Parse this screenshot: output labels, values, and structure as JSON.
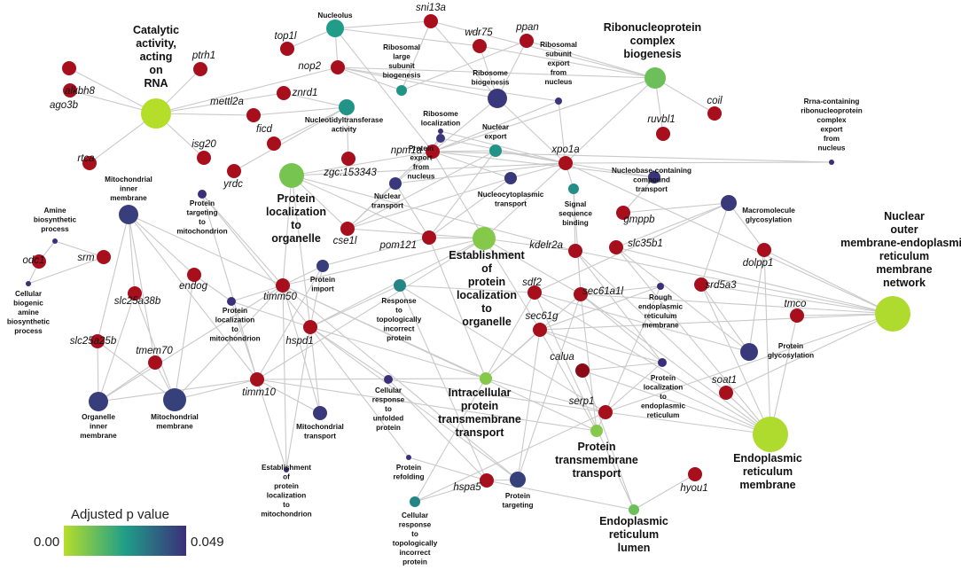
{
  "legend": {
    "title": "Adjusted p value",
    "min_label": "0.00",
    "max_label": "0.049",
    "color_min": "#b5de2b",
    "color_mid": "#1f9e89",
    "color_max": "#3b2f7a"
  },
  "colors": {
    "gene": "#a80f1c",
    "gene_dark": "#8a0a16",
    "edge": "#c9c9c9"
  },
  "terms": [
    {
      "id": "catalytic",
      "lines": [
        "Catalytic",
        "activity,",
        "acting",
        "on",
        "RNA"
      ],
      "p": 0.0
    },
    {
      "id": "nucleolus",
      "lines": [
        "Nucleolus"
      ],
      "p": 0.025
    },
    {
      "id": "ribo_large",
      "lines": [
        "Ribosomal",
        "large",
        "subunit",
        "biogenesis"
      ],
      "p": 0.027
    },
    {
      "id": "ribo_biogen",
      "lines": [
        "Ribosome",
        "biogenesis"
      ],
      "p": 0.047
    },
    {
      "id": "ribo_export",
      "lines": [
        "Ribosomal",
        "subunit",
        "export",
        "from",
        "nucleus"
      ],
      "p": 0.048
    },
    {
      "id": "rnp_biogen",
      "lines": [
        "Ribonucleoprotein",
        "complex",
        "biogenesis"
      ],
      "p": 0.012
    },
    {
      "id": "rna_export",
      "lines": [
        "Rrna-containing",
        "ribonucleoprotein",
        "complex",
        "export",
        "from",
        "nucleus"
      ],
      "p": 0.049
    },
    {
      "id": "nucleotidyl",
      "lines": [
        "Nucleotidyltransferase",
        "activity"
      ],
      "p": 0.027
    },
    {
      "id": "ribo_local",
      "lines": [
        "Ribosome",
        "localization"
      ],
      "p": 0.049
    },
    {
      "id": "nuc_export",
      "lines": [
        "Nuclear",
        "export"
      ],
      "p": 0.027
    },
    {
      "id": "prot_export",
      "lines": [
        "Protein",
        "export",
        "from",
        "nucleus"
      ],
      "p": 0.047
    },
    {
      "id": "prot_loc_org1",
      "lines": [
        "Protein",
        "localization",
        "to",
        "organelle"
      ],
      "p": 0.01
    },
    {
      "id": "mito_inner",
      "lines": [
        "Mitochondrial",
        "inner",
        "membrane"
      ],
      "p": 0.046
    },
    {
      "id": "prot_target_mito",
      "lines": [
        "Protein",
        "targeting",
        "to",
        "mitochondrion"
      ],
      "p": 0.049
    },
    {
      "id": "amine",
      "lines": [
        "Amine",
        "biosynthetic",
        "process"
      ],
      "p": 0.049
    },
    {
      "id": "nuc_transport",
      "lines": [
        "Nuclear",
        "transport"
      ],
      "p": 0.047
    },
    {
      "id": "nucleocyto",
      "lines": [
        "Nucleocytoplasmic",
        "transport"
      ],
      "p": 0.047
    },
    {
      "id": "signal_seq",
      "lines": [
        "Signal",
        "sequence",
        "binding"
      ],
      "p": 0.028
    },
    {
      "id": "nucleobase",
      "lines": [
        "Nucleobase-containing",
        "compound",
        "transport"
      ],
      "p": 0.048
    },
    {
      "id": "macro_glyco",
      "lines": [
        "Macromolecule",
        "glycosylation"
      ],
      "p": 0.047
    },
    {
      "id": "nuclear_outer",
      "lines": [
        "Nuclear",
        "outer",
        "membrane-endoplasmic",
        "reticulum",
        "membrane",
        "network"
      ],
      "p": 0.001
    },
    {
      "id": "cellular_amine",
      "lines": [
        "Cellular",
        "biogenic",
        "amine",
        "biosynthetic",
        "process"
      ],
      "p": 0.049
    },
    {
      "id": "est_prot_loc",
      "lines": [
        "Establishment",
        "of",
        "protein",
        "localization",
        "to",
        "organelle"
      ],
      "p": 0.008
    },
    {
      "id": "prot_import",
      "lines": [
        "Protein",
        "import"
      ],
      "p": 0.046
    },
    {
      "id": "resp_topo",
      "lines": [
        "Response",
        "to",
        "topologically",
        "incorrect",
        "protein"
      ],
      "p": 0.03
    },
    {
      "id": "prot_loc_mito",
      "lines": [
        "Protein",
        "localization",
        "to",
        "mitochondrion"
      ],
      "p": 0.049
    },
    {
      "id": "rough_er",
      "lines": [
        "Rough",
        "endoplasmic",
        "reticulum",
        "membrane"
      ],
      "p": 0.049
    },
    {
      "id": "prot_glyco",
      "lines": [
        "Protein",
        "glycosylation"
      ],
      "p": 0.047
    },
    {
      "id": "organelle_inner",
      "lines": [
        "Organelle",
        "inner",
        "membrane"
      ],
      "p": 0.046
    },
    {
      "id": "mito_membrane",
      "lines": [
        "Mitochondrial",
        "membrane"
      ],
      "p": 0.045
    },
    {
      "id": "intracellular",
      "lines": [
        "Intracellular",
        "protein",
        "transmembrane",
        "transport"
      ],
      "p": 0.008
    },
    {
      "id": "cell_resp_unf",
      "lines": [
        "Cellular",
        "response",
        "to",
        "unfolded",
        "protein"
      ],
      "p": 0.049
    },
    {
      "id": "prot_loc_er",
      "lines": [
        "Protein",
        "localization",
        "to",
        "endoplasmic",
        "reticulum"
      ],
      "p": 0.049
    },
    {
      "id": "mito_transport",
      "lines": [
        "Mitochondrial",
        "transport"
      ],
      "p": 0.047
    },
    {
      "id": "prot_tm_transport",
      "lines": [
        "Protein",
        "transmembrane",
        "transport"
      ],
      "p": 0.008
    },
    {
      "id": "er_membrane",
      "lines": [
        "Endoplasmic",
        "reticulum",
        "membrane"
      ],
      "p": 0.001
    },
    {
      "id": "est_mito",
      "lines": [
        "Establishment",
        "of",
        "protein",
        "localization",
        "to",
        "mitochondrion"
      ],
      "p": 0.049
    },
    {
      "id": "prot_refold",
      "lines": [
        "Protein",
        "refolding"
      ],
      "p": 0.049
    },
    {
      "id": "prot_targeting",
      "lines": [
        "Protein",
        "targeting"
      ],
      "p": 0.045
    },
    {
      "id": "cell_resp_topo",
      "lines": [
        "Cellular",
        "response",
        "to",
        "topologically",
        "incorrect",
        "protein"
      ],
      "p": 0.03
    },
    {
      "id": "er_lumen",
      "lines": [
        "Endoplasmic",
        "reticulum",
        "lumen"
      ],
      "p": 0.012
    }
  ],
  "genes": [
    {
      "id": "sni13a",
      "label": "sni13a"
    },
    {
      "id": "top1l",
      "label": "top1l"
    },
    {
      "id": "wdr75",
      "label": "wdr75"
    },
    {
      "id": "ppan",
      "label": "ppan"
    },
    {
      "id": "alkbh8",
      "label": "alkbh8"
    },
    {
      "id": "ptrh1",
      "label": "ptrh1"
    },
    {
      "id": "nop2",
      "label": "nop2"
    },
    {
      "id": "ago3b",
      "label": "ago3b"
    },
    {
      "id": "znrd1",
      "label": "znrd1"
    },
    {
      "id": "mettl2a",
      "label": "mettl2a"
    },
    {
      "id": "coil",
      "label": "coil"
    },
    {
      "id": "ruvbl1",
      "label": "ruvbl1"
    },
    {
      "id": "ficd",
      "label": "ficd"
    },
    {
      "id": "isg20",
      "label": "isg20"
    },
    {
      "id": "rtca",
      "label": "rtca"
    },
    {
      "id": "npm1a",
      "label": "npm1a"
    },
    {
      "id": "xpo1a",
      "label": "xpo1a"
    },
    {
      "id": "zgc153343",
      "label": "zgc:153343"
    },
    {
      "id": "yrdc",
      "label": "yrdc"
    },
    {
      "id": "gmppb",
      "label": "gmppb"
    },
    {
      "id": "cse1l",
      "label": "cse1l"
    },
    {
      "id": "pom121",
      "label": "pom121"
    },
    {
      "id": "kdelr2a",
      "label": "kdelr2a"
    },
    {
      "id": "slc35b1",
      "label": "slc35b1"
    },
    {
      "id": "odc1",
      "label": "odc1"
    },
    {
      "id": "srm",
      "label": "srm"
    },
    {
      "id": "dolpp1",
      "label": "dolpp1"
    },
    {
      "id": "srd5a3",
      "label": "srd5a3"
    },
    {
      "id": "endog",
      "label": "endog"
    },
    {
      "id": "timm50",
      "label": "timm50"
    },
    {
      "id": "sdf2",
      "label": "sdf2"
    },
    {
      "id": "sec61a1l",
      "label": "sec61a1l"
    },
    {
      "id": "slc25a38b",
      "label": "slc25a38b"
    },
    {
      "id": "sec61g",
      "label": "sec61g"
    },
    {
      "id": "tmco",
      "label": "tmco"
    },
    {
      "id": "hspd1",
      "label": "hspd1"
    },
    {
      "id": "slc25a25b",
      "label": "slc25a25b"
    },
    {
      "id": "tmem70",
      "label": "tmem70"
    },
    {
      "id": "calua",
      "label": "calua"
    },
    {
      "id": "soat1",
      "label": "soat1"
    },
    {
      "id": "timm10",
      "label": "timm10"
    },
    {
      "id": "serp1",
      "label": "serp1"
    },
    {
      "id": "hyou1",
      "label": "hyou1"
    },
    {
      "id": "hspa5",
      "label": "hspa5"
    }
  ],
  "edges": [
    [
      "catalytic",
      "alkbh8"
    ],
    [
      "catalytic",
      "ptrh1"
    ],
    [
      "catalytic",
      "ago3b"
    ],
    [
      "catalytic",
      "mettl2a"
    ],
    [
      "catalytic",
      "rtca"
    ],
    [
      "catalytic",
      "isg20"
    ],
    [
      "catalytic",
      "nop2"
    ],
    [
      "catalytic",
      "znrd1"
    ],
    [
      "nucleolus",
      "sni13a"
    ],
    [
      "nucleolus",
      "top1l"
    ],
    [
      "nucleolus",
      "nop2"
    ],
    [
      "nucleolus",
      "npm1a"
    ],
    [
      "nucleolus",
      "wdr75"
    ],
    [
      "ribo_large",
      "sni13a"
    ],
    [
      "ribo_large",
      "nop2"
    ],
    [
      "ribo_large",
      "ppan"
    ],
    [
      "ribo_biogen",
      "sni13a"
    ],
    [
      "ribo_biogen",
      "wdr75"
    ],
    [
      "ribo_biogen",
      "ppan"
    ],
    [
      "ribo_biogen",
      "nop2"
    ],
    [
      "ribo_biogen",
      "npm1a"
    ],
    [
      "ribo_biogen",
      "xpo1a"
    ],
    [
      "ribo_export",
      "npm1a"
    ],
    [
      "ribo_export",
      "xpo1a"
    ],
    [
      "ribo_export",
      "nop2"
    ],
    [
      "rnp_biogen",
      "sni13a"
    ],
    [
      "rnp_biogen",
      "wdr75"
    ],
    [
      "rnp_biogen",
      "ppan"
    ],
    [
      "rnp_biogen",
      "coil"
    ],
    [
      "rnp_biogen",
      "ruvbl1"
    ],
    [
      "rnp_biogen",
      "nop2"
    ],
    [
      "rnp_biogen",
      "xpo1a"
    ],
    [
      "rnp_biogen",
      "npm1a"
    ],
    [
      "rna_export",
      "xpo1a"
    ],
    [
      "rna_export",
      "npm1a"
    ],
    [
      "nucleotidyl",
      "znrd1"
    ],
    [
      "nucleotidyl",
      "ficd"
    ],
    [
      "nucleotidyl",
      "zgc153343"
    ],
    [
      "nucleotidyl",
      "yrdc"
    ],
    [
      "nucleotidyl",
      "mettl2a"
    ],
    [
      "ribo_local",
      "npm1a"
    ],
    [
      "ribo_local",
      "xpo1a"
    ],
    [
      "nuc_export",
      "npm1a"
    ],
    [
      "nuc_export",
      "xpo1a"
    ],
    [
      "nuc_export",
      "pom121"
    ],
    [
      "nuc_export",
      "cse1l"
    ],
    [
      "prot_export",
      "npm1a"
    ],
    [
      "prot_export",
      "xpo1a"
    ],
    [
      "prot_export",
      "cse1l"
    ],
    [
      "prot_loc_org1",
      "npm1a"
    ],
    [
      "prot_loc_org1",
      "cse1l"
    ],
    [
      "prot_loc_org1",
      "pom121"
    ],
    [
      "prot_loc_org1",
      "timm50"
    ],
    [
      "prot_loc_org1",
      "xpo1a"
    ],
    [
      "prot_loc_org1",
      "hspd1"
    ],
    [
      "prot_loc_org1",
      "kdelr2a"
    ],
    [
      "mito_inner",
      "slc25a38b"
    ],
    [
      "mito_inner",
      "slc25a25b"
    ],
    [
      "mito_inner",
      "timm50"
    ],
    [
      "mito_inner",
      "timm10"
    ],
    [
      "mito_inner",
      "tmem70"
    ],
    [
      "mito_inner",
      "endog"
    ],
    [
      "prot_target_mito",
      "timm50"
    ],
    [
      "prot_target_mito",
      "timm10"
    ],
    [
      "prot_target_mito",
      "hspd1"
    ],
    [
      "amine",
      "odc1"
    ],
    [
      "amine",
      "srm"
    ],
    [
      "nuc_transport",
      "npm1a"
    ],
    [
      "nuc_transport",
      "xpo1a"
    ],
    [
      "nuc_transport",
      "cse1l"
    ],
    [
      "nuc_transport",
      "pom121"
    ],
    [
      "nucleocyto",
      "npm1a"
    ],
    [
      "nucleocyto",
      "xpo1a"
    ],
    [
      "nucleocyto",
      "cse1l"
    ],
    [
      "nucleocyto",
      "pom121"
    ],
    [
      "signal_seq",
      "kdelr2a"
    ],
    [
      "signal_seq",
      "sec61a1l"
    ],
    [
      "signal_seq",
      "xpo1a"
    ],
    [
      "nucleobase",
      "xpo1a"
    ],
    [
      "nucleobase",
      "gmppb"
    ],
    [
      "nucleobase",
      "npm1a"
    ],
    [
      "macro_glyco",
      "gmppb"
    ],
    [
      "macro_glyco",
      "slc35b1"
    ],
    [
      "macro_glyco",
      "dolpp1"
    ],
    [
      "macro_glyco",
      "srd5a3"
    ],
    [
      "macro_glyco",
      "sdf2"
    ],
    [
      "nuclear_outer",
      "xpo1a"
    ],
    [
      "nuclear_outer",
      "kdelr2a"
    ],
    [
      "nuclear_outer",
      "slc35b1"
    ],
    [
      "nuclear_outer",
      "dolpp1"
    ],
    [
      "nuclear_outer",
      "srd5a3"
    ],
    [
      "nuclear_outer",
      "tmco"
    ],
    [
      "nuclear_outer",
      "soat1"
    ],
    [
      "nuclear_outer",
      "sec61a1l"
    ],
    [
      "nuclear_outer",
      "sec61g"
    ],
    [
      "nuclear_outer",
      "serp1"
    ],
    [
      "cellular_amine",
      "odc1"
    ],
    [
      "cellular_amine",
      "srm"
    ],
    [
      "est_prot_loc",
      "cse1l"
    ],
    [
      "est_prot_loc",
      "pom121"
    ],
    [
      "est_prot_loc",
      "timm50"
    ],
    [
      "est_prot_loc",
      "kdelr2a"
    ],
    [
      "est_prot_loc",
      "sec61a1l"
    ],
    [
      "est_prot_loc",
      "sec61g"
    ],
    [
      "est_prot_loc",
      "hspd1"
    ],
    [
      "est_prot_loc",
      "npm1a"
    ],
    [
      "est_prot_loc",
      "xpo1a"
    ],
    [
      "est_prot_loc",
      "timm10"
    ],
    [
      "prot_import",
      "timm50"
    ],
    [
      "prot_import",
      "timm10"
    ],
    [
      "prot_import",
      "pom121"
    ],
    [
      "prot_import",
      "hspd1"
    ],
    [
      "resp_topo",
      "hspd1"
    ],
    [
      "resp_topo",
      "hspa5"
    ],
    [
      "resp_topo",
      "sdf2"
    ],
    [
      "resp_topo",
      "serp1"
    ],
    [
      "prot_loc_mito",
      "timm50"
    ],
    [
      "prot_loc_mito",
      "timm10"
    ],
    [
      "prot_loc_mito",
      "hspd1"
    ],
    [
      "prot_loc_mito",
      "endog"
    ],
    [
      "rough_er",
      "sec61a1l"
    ],
    [
      "rough_er",
      "sec61g"
    ],
    [
      "rough_er",
      "serp1"
    ],
    [
      "prot_glyco",
      "srd5a3"
    ],
    [
      "prot_glyco",
      "dolpp1"
    ],
    [
      "prot_glyco",
      "sdf2"
    ],
    [
      "prot_glyco",
      "slc35b1"
    ],
    [
      "organelle_inner",
      "slc25a38b"
    ],
    [
      "organelle_inner",
      "slc25a25b"
    ],
    [
      "organelle_inner",
      "tmem70"
    ],
    [
      "organelle_inner",
      "timm10"
    ],
    [
      "organelle_inner",
      "timm50"
    ],
    [
      "mito_membrane",
      "slc25a38b"
    ],
    [
      "mito_membrane",
      "slc25a25b"
    ],
    [
      "mito_membrane",
      "tmem70"
    ],
    [
      "mito_membrane",
      "timm10"
    ],
    [
      "mito_membrane",
      "timm50"
    ],
    [
      "mito_membrane",
      "endog"
    ],
    [
      "intracellular",
      "timm50"
    ],
    [
      "intracellular",
      "timm10"
    ],
    [
      "intracellular",
      "sec61a1l"
    ],
    [
      "intracellular",
      "sec61g"
    ],
    [
      "intracellular",
      "hspd1"
    ],
    [
      "intracellular",
      "serp1"
    ],
    [
      "intracellular",
      "pom121"
    ],
    [
      "cell_resp_unf",
      "hspd1"
    ],
    [
      "cell_resp_unf",
      "hspa5"
    ],
    [
      "cell_resp_unf",
      "serp1"
    ],
    [
      "prot_loc_er",
      "sec61a1l"
    ],
    [
      "prot_loc_er",
      "sec61g"
    ],
    [
      "prot_loc_er",
      "serp1"
    ],
    [
      "prot_loc_er",
      "kdelr2a"
    ],
    [
      "prot_loc_er",
      "calua"
    ],
    [
      "mito_transport",
      "timm50"
    ],
    [
      "mito_transport",
      "timm10"
    ],
    [
      "mito_transport",
      "hspd1"
    ],
    [
      "prot_tm_transport",
      "sec61a1l"
    ],
    [
      "prot_tm_transport",
      "sec61g"
    ],
    [
      "prot_tm_transport",
      "serp1"
    ],
    [
      "prot_tm_transport",
      "timm50"
    ],
    [
      "prot_tm_transport",
      "timm10"
    ],
    [
      "er_membrane",
      "calua"
    ],
    [
      "er_membrane",
      "soat1"
    ],
    [
      "er_membrane",
      "tmco"
    ],
    [
      "er_membrane",
      "sec61a1l"
    ],
    [
      "er_membrane",
      "sec61g"
    ],
    [
      "er_membrane",
      "serp1"
    ],
    [
      "er_membrane",
      "srd5a3"
    ],
    [
      "er_membrane",
      "dolpp1"
    ],
    [
      "er_membrane",
      "slc35b1"
    ],
    [
      "er_membrane",
      "kdelr2a"
    ],
    [
      "er_membrane",
      "sdf2"
    ],
    [
      "est_mito",
      "timm50"
    ],
    [
      "est_mito",
      "timm10"
    ],
    [
      "est_mito",
      "hspd1"
    ],
    [
      "prot_refold",
      "hspd1"
    ],
    [
      "prot_refold",
      "hspa5"
    ],
    [
      "prot_targeting",
      "sec61a1l"
    ],
    [
      "prot_targeting",
      "sec61g"
    ],
    [
      "prot_targeting",
      "hspa5"
    ],
    [
      "prot_targeting",
      "timm50"
    ],
    [
      "prot_targeting",
      "hspd1"
    ],
    [
      "cell_resp_topo",
      "hspa5"
    ],
    [
      "cell_resp_topo",
      "sdf2"
    ],
    [
      "cell_resp_topo",
      "serp1"
    ],
    [
      "er_lumen",
      "hspa5"
    ],
    [
      "er_lumen",
      "hyou1"
    ],
    [
      "er_lumen",
      "calua"
    ],
    [
      "er_lumen",
      "sdf2"
    ]
  ]
}
